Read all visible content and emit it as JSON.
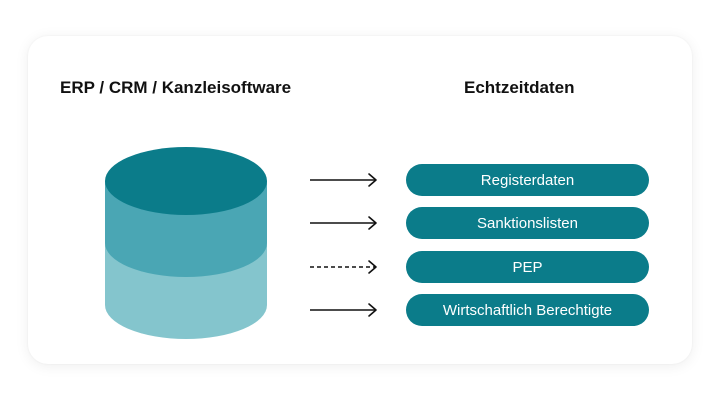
{
  "titles": {
    "source": "ERP / CRM / Kanzleisoftware",
    "target": "Echtzeitdaten"
  },
  "colors": {
    "pill": "#0b7c8a",
    "db_top": "#0b7c8a",
    "db_middle": "#4aa6b4",
    "db_bottom": "#84c5cd",
    "arrow": "#111111"
  },
  "icons": {
    "database": "database-cylinder-icon",
    "arrow": "arrow-right-icon"
  },
  "connections": [
    {
      "label": "Registerdaten",
      "line": "solid"
    },
    {
      "label": "Sanktionslisten",
      "line": "solid"
    },
    {
      "label": "PEP",
      "line": "dashed"
    },
    {
      "label": "Wirtschaftlich Berechtigte",
      "line": "solid"
    }
  ]
}
